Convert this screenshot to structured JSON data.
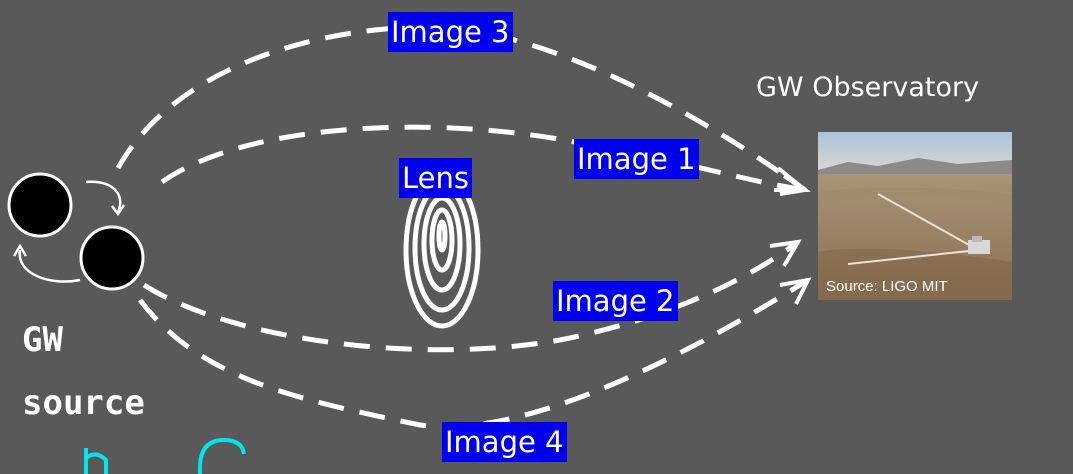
{
  "diagram": {
    "source_label_line1": "GW",
    "source_label_line2": "source",
    "lens_label": "Lens",
    "observatory_label": "GW Observatory",
    "photo_caption": "Source: LIGO MIT",
    "images": {
      "image1": "Image 1",
      "image2": "Image 2",
      "image3": "Image 3",
      "image4": "Image 4"
    }
  },
  "colors": {
    "background": "#595959",
    "label_highlight": "#0000ee",
    "path_stroke": "#ffffff",
    "fragment_cyan": "#00e5ee"
  },
  "icons": {
    "binary_source": "binary-black-hole-icon",
    "lens": "spiral-lens-icon",
    "arrow": "open-arrowhead-icon"
  }
}
